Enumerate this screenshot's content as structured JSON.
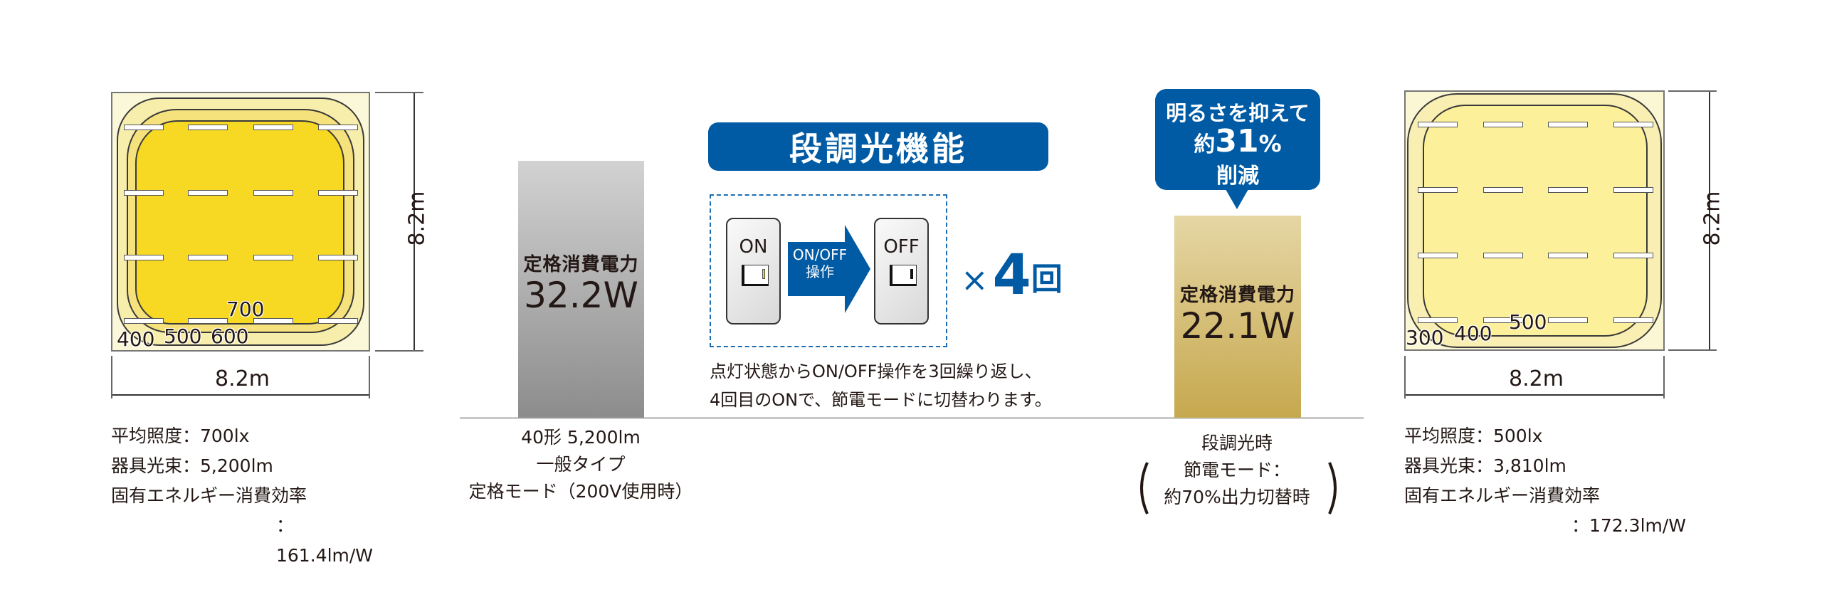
{
  "colors": {
    "brand_blue": "#005ba4",
    "gray_bar_top": "#d2d2d2",
    "gray_bar_bottom": "#8c8c8c",
    "gold_bar_top": "#e5d6a4",
    "gold_bar_bottom": "#c6a84e",
    "on_indicator": "#f2d200",
    "off_indicator": "#111111"
  },
  "left_map": {
    "dim_width": "8.2m",
    "dim_height": "8.2m",
    "contour_labels": [
      "400",
      "500",
      "600",
      "700"
    ],
    "layer_colors": [
      "#fbf8da",
      "#f7eeac",
      "#f5e27c",
      "#f7d923"
    ],
    "stats": {
      "avg_illuminance": "平均照度：700lx",
      "luminous_flux": "器具光束：5,200lm",
      "efficiency_label": "固有エネルギー消費効率",
      "efficiency_value": "：161.4lm/W"
    }
  },
  "right_map": {
    "dim_width": "8.2m",
    "dim_height": "8.2m",
    "contour_labels": [
      "300",
      "400",
      "500"
    ],
    "layer_colors": [
      "#fbf7d4",
      "#f9efb2",
      "#fdf09a"
    ],
    "stats": {
      "avg_illuminance": "平均照度：500lx",
      "luminous_flux": "器具光束：3,810lm",
      "efficiency_label": "固有エネルギー消費効率",
      "efficiency_value": "：172.3lm/W"
    }
  },
  "comparison": {
    "standard_bar": {
      "label": "定格消費電力",
      "value": "32.2W",
      "caption": [
        "40形 5,200lm",
        "一般タイプ",
        "定格モード（200V使用時）"
      ]
    },
    "dimmed_bar": {
      "label": "定格消費電力",
      "value": "22.1W",
      "caption_title": "段調光時",
      "caption": [
        "節電モード：",
        "約70%出力切替時"
      ]
    },
    "savings_bubble": {
      "line1": "明るさを抑えて",
      "prefix": "約",
      "percent": "31",
      "percent_sign": "%",
      "line3": "削減"
    }
  },
  "dimming_feature": {
    "title": "段調光機能",
    "switch_on_label": "ON",
    "switch_off_label": "OFF",
    "arrow_label_1": "ON/OFF",
    "arrow_label_2": "操作",
    "times_prefix": "×",
    "times_count": "4",
    "times_suffix": "回",
    "note": [
      "点灯状態からON/OFF操作を3回繰り返し、",
      "4回目のONで、節電モードに切替わります。"
    ]
  }
}
